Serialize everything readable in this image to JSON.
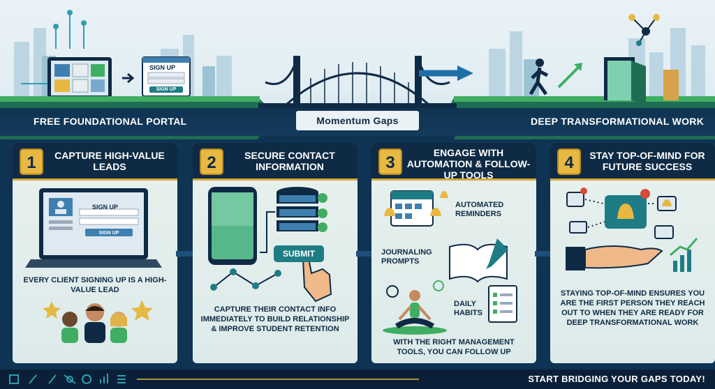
{
  "band": {
    "left": "Free Foundational Portal",
    "middle": "Momentum Gaps",
    "right": "Deep Transformational Work"
  },
  "top_signup": {
    "title": "SIGN UP",
    "button": "SIGN UP"
  },
  "steps": [
    {
      "number": "1",
      "title": "Capture High-Value Leads",
      "signup_title": "SIGN UP",
      "signup_button": "SIGN UP",
      "caption": "Every client signing up is a high-value lead"
    },
    {
      "number": "2",
      "title": "Secure Contact Information",
      "submit_label": "SUBMIT",
      "caption": "Capture their contact info immediately to build relationship & improve student retention"
    },
    {
      "number": "3",
      "title": "Engage with Automation & Follow-Up Tools",
      "labels": {
        "reminders": "Automated Reminders",
        "journaling": "Journaling Prompts",
        "habits": "Daily Habits"
      },
      "caption": "With the right management tools, you can follow up"
    },
    {
      "number": "4",
      "title": "Stay Top-of-Mind for Future Success",
      "caption": "Staying top-of-mind ensures you are the first person they reach out to when they are ready for deep transformational work"
    }
  ],
  "footer": {
    "cta": "Start Bridging Your Gaps Today!",
    "icons": [
      "edit-icon",
      "tools-icon",
      "brush-icon",
      "network-icon",
      "badge-icon",
      "chart-icon",
      "list-icon"
    ]
  },
  "colors": {
    "navy": "#0f2a44",
    "gold": "#e7b842",
    "teal": "#1e7d84",
    "green": "#3fae62"
  }
}
